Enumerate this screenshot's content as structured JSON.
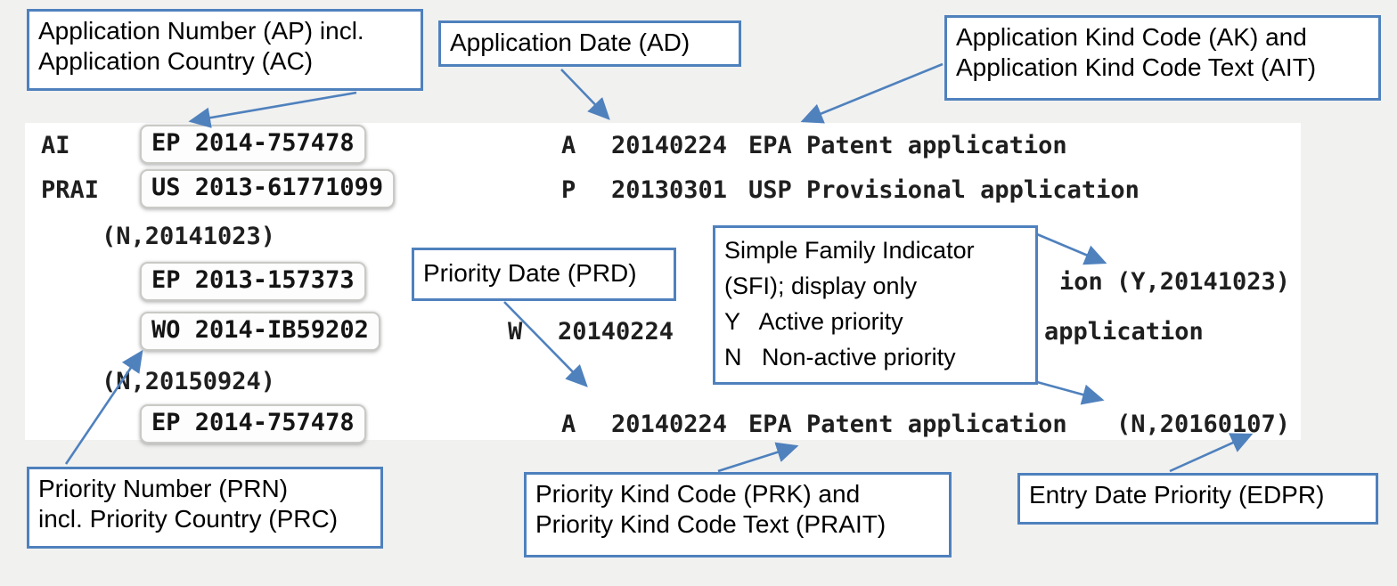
{
  "colors": {
    "accent": "#4f81bd",
    "page_bg": "#f1f1f0",
    "panel_bg": "#ffffff",
    "chip_border": "#c9c9c6"
  },
  "callouts": {
    "application_number": {
      "lines": [
        "Application Number (AP) incl.",
        "Application Country (AC)"
      ]
    },
    "application_date": {
      "lines": [
        "Application Date (AD)"
      ]
    },
    "application_kind": {
      "lines": [
        "Application Kind Code (AK) and",
        "Application Kind Code Text (AIT)"
      ]
    },
    "priority_date": {
      "lines": [
        "Priority Date (PRD)"
      ]
    },
    "simple_family_indicator": {
      "lines": [
        "Simple Family Indicator",
        "(SFI); display only",
        "Y   Active priority",
        "N   Non-active priority"
      ]
    },
    "priority_number": {
      "lines": [
        "Priority Number (PRN)",
        "incl. Priority Country (PRC)"
      ]
    },
    "priority_kind": {
      "lines": [
        "Priority Kind Code (PRK) and",
        "Priority Kind Code Text (PRAIT)"
      ]
    },
    "entry_date_priority": {
      "lines": [
        "Entry Date Priority (EDPR)"
      ]
    }
  },
  "records": {
    "row1": {
      "label": "AI",
      "number": "EP 2014-757478",
      "kind": "A",
      "date": "20140224",
      "kind_text": "EPA Patent application"
    },
    "row2": {
      "label": "PRAI",
      "number": "US 2013-61771099",
      "kind": "P",
      "date": "20130301",
      "kind_text": "USP Provisional application"
    },
    "row3": {
      "indicator": "(N,20141023)"
    },
    "row4": {
      "number": "EP 2013-157373",
      "kind_text_tail": "ion",
      "indicator": "(Y,20141023)"
    },
    "row5": {
      "number": "WO 2014-IB59202",
      "kind": "W",
      "date": "20140224",
      "kind_text_tail": "application"
    },
    "row6": {
      "indicator": "(N,20150924)"
    },
    "row7": {
      "number": "EP 2014-757478",
      "kind": "A",
      "date": "20140224",
      "kind_text": "EPA Patent application",
      "indicator": "(N,20160107)"
    }
  }
}
